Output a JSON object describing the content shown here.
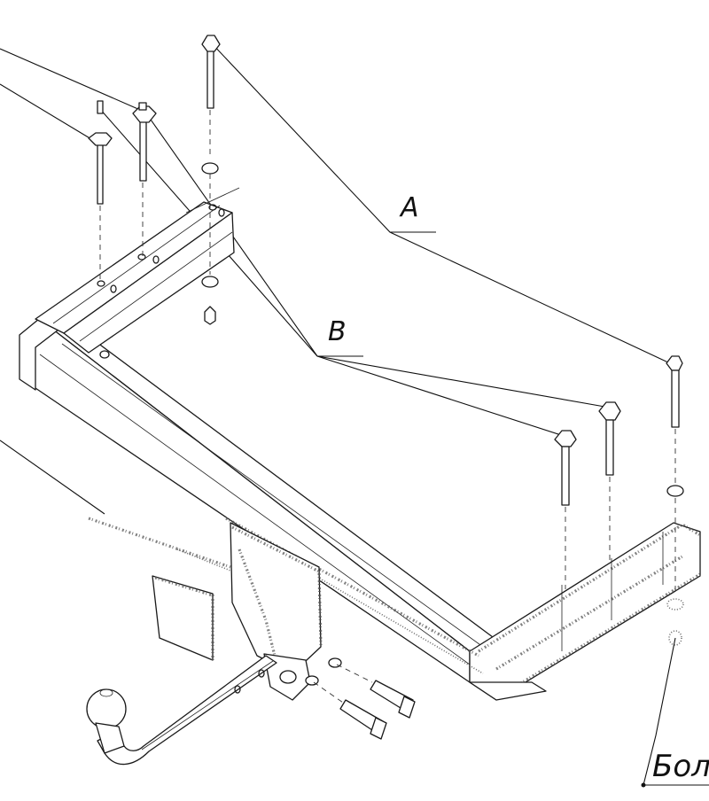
{
  "labels": {
    "a": "A",
    "b": "B",
    "bolt_partial": "Бол"
  },
  "colors": {
    "line": "#1a1a1a",
    "background": "#ffffff"
  }
}
